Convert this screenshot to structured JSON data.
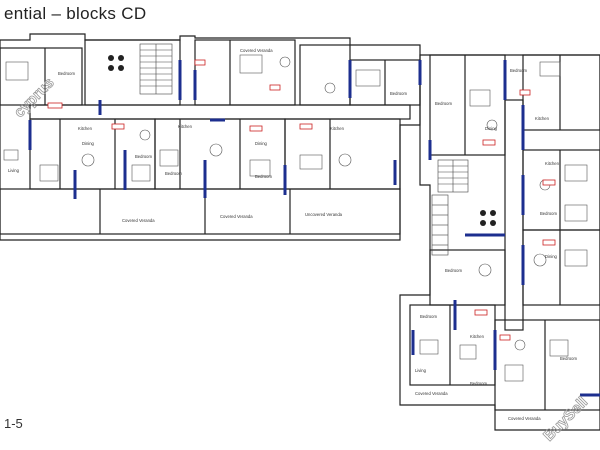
{
  "header": {
    "title": "ential – blocks CD"
  },
  "footer": {
    "floor_label": "1-5"
  },
  "watermark": {
    "text_top": "cyprus",
    "text_bottom": "BuySell"
  },
  "room_labels": {
    "bedroom": "Bedroom",
    "kitchen": "Kitchen",
    "dining": "Dining",
    "living": "Living",
    "covered_veranda": "Covered Veranda",
    "uncovered_veranda": "Uncovered Veranda"
  },
  "colors": {
    "wall": "#222222",
    "accent_wall": "#1d2f8f",
    "tag": "#cc2222",
    "grid": "#888888"
  }
}
